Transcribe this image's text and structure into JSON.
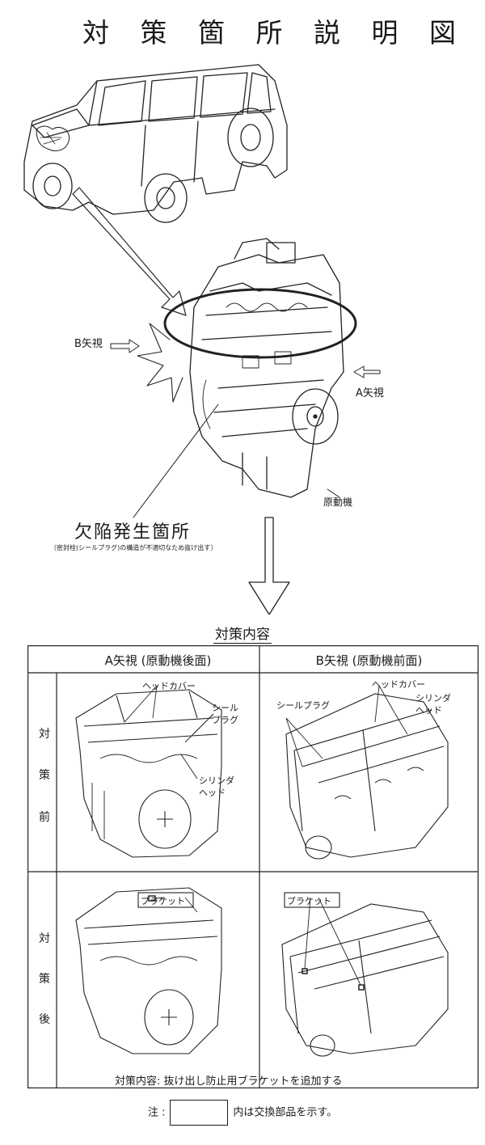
{
  "title": "対 策 箇 所 説 明 図",
  "overview": {
    "view_b": "B矢視",
    "view_a": "A矢視",
    "engine": "原動機",
    "defect_title": "欠陥発生箇所",
    "defect_note": "〔密封栓(シールプラグ)の構造が不適切なため抜け出す〕"
  },
  "countermeasure": {
    "title": "対策内容",
    "col_a": "A矢視 (原動機後面)",
    "col_b": "B矢視 (原動機前面)",
    "row_before": [
      "対",
      "策",
      "前"
    ],
    "row_after": [
      "対",
      "策",
      "後"
    ],
    "labels": {
      "head_cover": "ヘッドカバー",
      "seal_plug_a": "シール\nプラグ",
      "cylinder_head_a": "シリンダ\nヘッド",
      "seal_plug_b": "シールプラグ",
      "head_cover_b": "ヘッドカバー",
      "cylinder_head_b": "シリンダ\nヘッド",
      "bracket": "ブラケット"
    },
    "summary_label": "対策内容",
    "summary_text": ": 抜け出し防止用ブラケットを追加する"
  },
  "note": {
    "prefix": "注 :",
    "suffix": "内は交換部品を示す。"
  }
}
